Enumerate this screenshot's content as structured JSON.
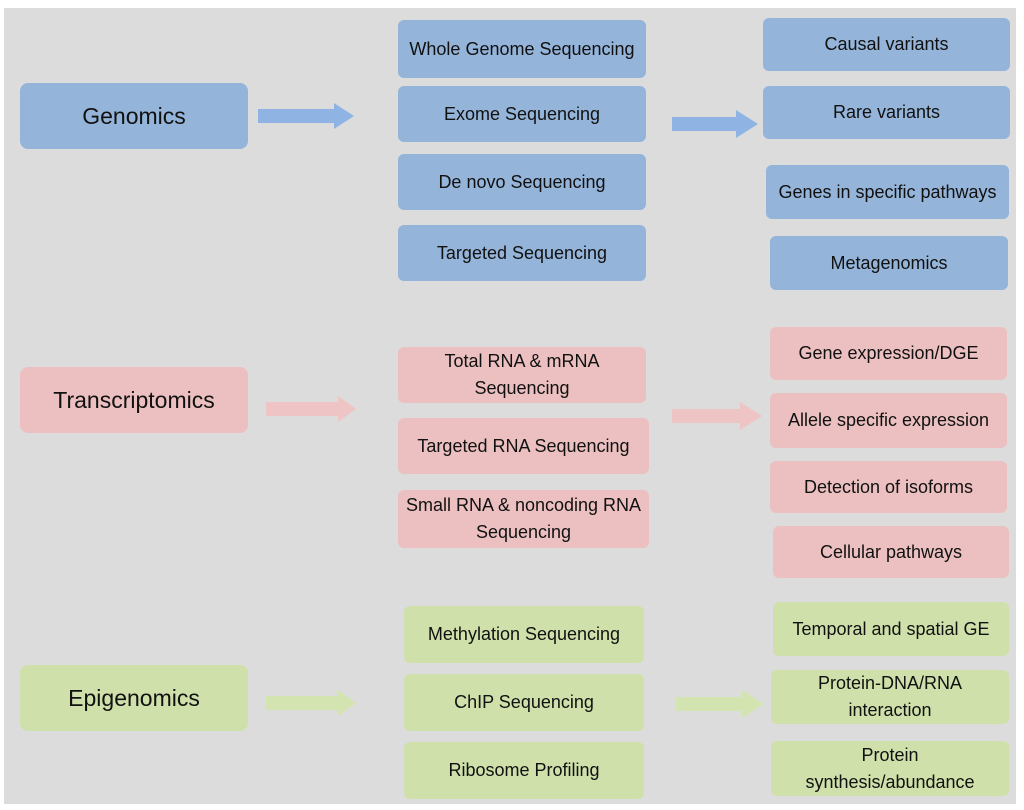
{
  "colors": {
    "genomics_fill": "#95b4d9",
    "genomics_arrow": "#8fb4e3",
    "transcriptomics_fill": "#ecc0c0",
    "transcriptomics_arrow": "#eec4c4",
    "epigenomics_fill": "#cfe0aa",
    "epigenomics_arrow": "#d3e4b0",
    "background": "#dcdcdc"
  },
  "genomics": {
    "category": "Genomics",
    "methods": [
      "Whole Genome Sequencing",
      "Exome Sequencing",
      "De novo Sequencing",
      "Targeted  Sequencing"
    ],
    "outcomes": [
      "Causal variants",
      "Rare variants",
      "Genes in specific pathways",
      "Metagenomics"
    ]
  },
  "transcriptomics": {
    "category": "Transcriptomics",
    "methods": [
      "Total RNA  & mRNA Sequencing",
      "Targeted RNA Sequencing",
      "Small RNA & noncoding RNA Sequencing"
    ],
    "outcomes": [
      "Gene expression/DGE",
      "Allele specific expression",
      "Detection of isoforms",
      "Cellular pathways"
    ]
  },
  "epigenomics": {
    "category": "Epigenomics",
    "methods": [
      "Methylation Sequencing",
      "ChIP Sequencing",
      "Ribosome Profiling"
    ],
    "outcomes": [
      "Temporal and spatial GE",
      "Protein-DNA/RNA interaction",
      "Protein synthesis/abundance"
    ]
  }
}
